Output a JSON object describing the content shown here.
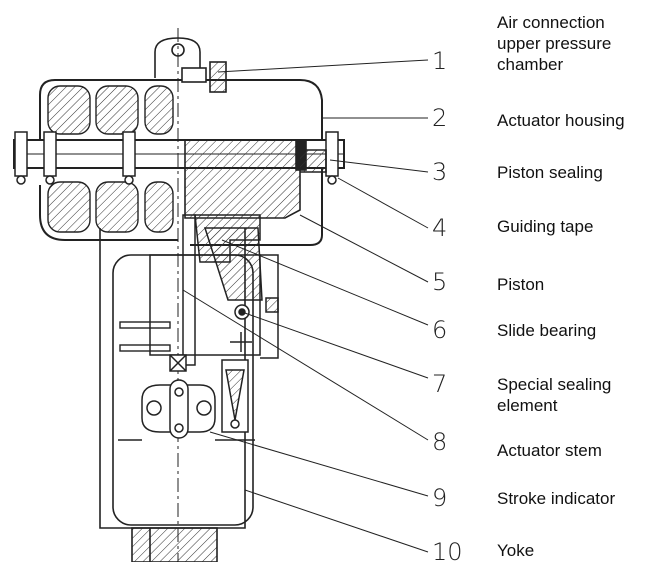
{
  "callouts": [
    {
      "number": "1",
      "label": "Air connection\nupper pressure\nchamber"
    },
    {
      "number": "2",
      "label": "Actuator housing"
    },
    {
      "number": "3",
      "label": "Piston sealing"
    },
    {
      "number": "4",
      "label": "Guiding tape"
    },
    {
      "number": "5",
      "label": "Piston"
    },
    {
      "number": "6",
      "label": "Slide bearing"
    },
    {
      "number": "7",
      "label": "Special sealing\nelement"
    },
    {
      "number": "8",
      "label": "Actuator stem"
    },
    {
      "number": "9",
      "label": "Stroke indicator"
    },
    {
      "number": "10",
      "label": "Yoke"
    }
  ]
}
